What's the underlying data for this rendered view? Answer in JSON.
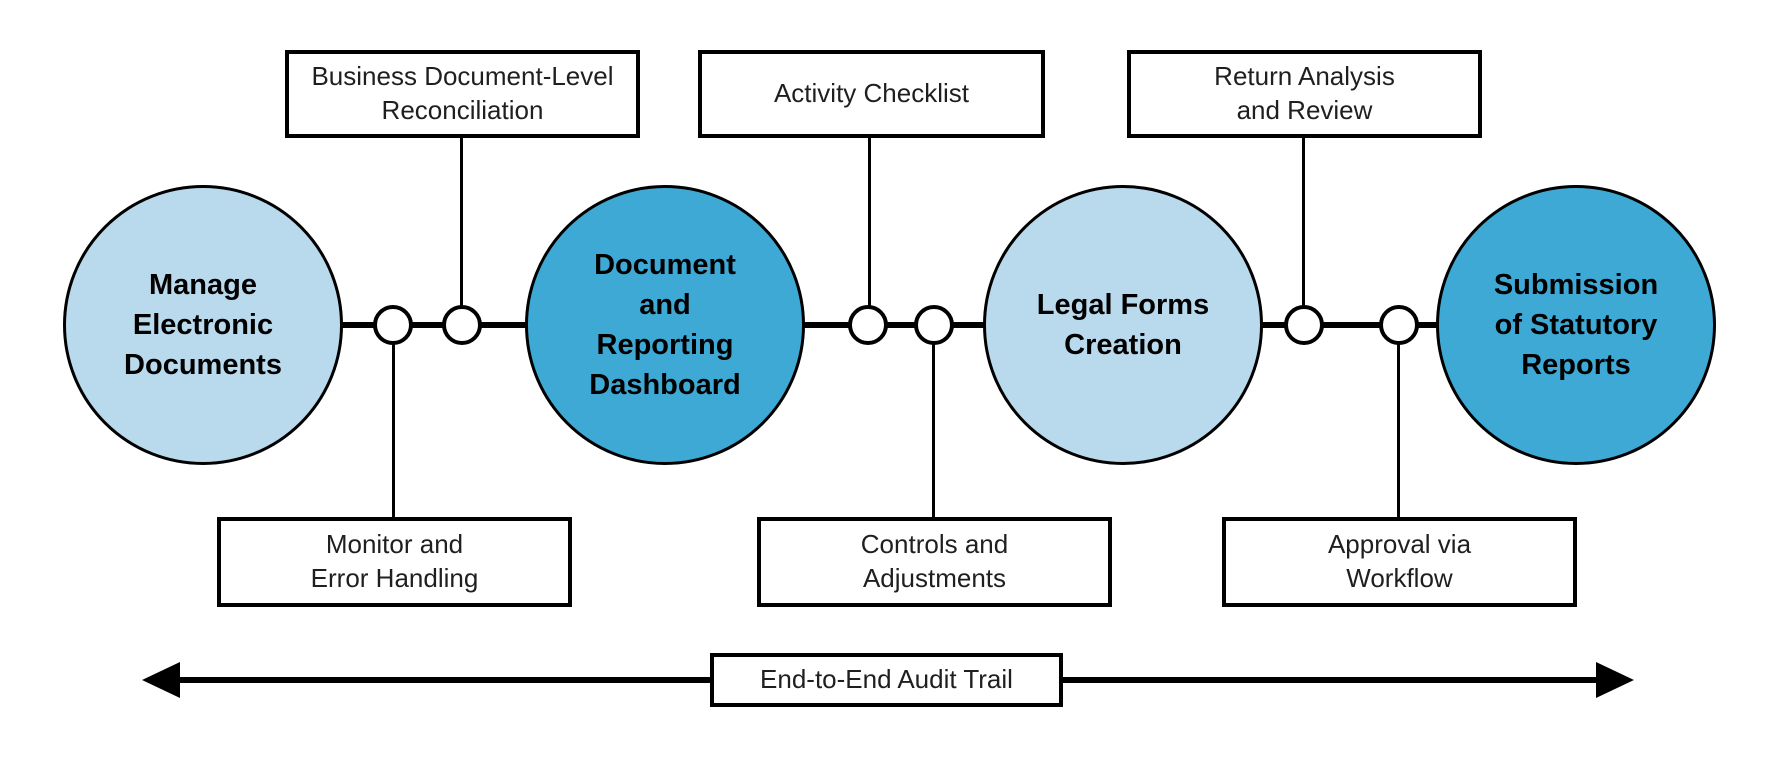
{
  "colors": {
    "light_blue": "#B9D9EC",
    "dark_blue": "#3FA9D5",
    "line_black": "#000000"
  },
  "circles": [
    {
      "label": "Manage\nElectronic\nDocuments",
      "tone": "light"
    },
    {
      "label": "Document\nand\nReporting\nDashboard",
      "tone": "dark"
    },
    {
      "label": "Legal Forms\nCreation",
      "tone": "light"
    },
    {
      "label": "Submission\nof Statutory\nReports",
      "tone": "dark"
    }
  ],
  "top_boxes": [
    {
      "label": "Business Document-Level\nReconciliation"
    },
    {
      "label": "Activity Checklist"
    },
    {
      "label": "Return Analysis\nand Review"
    }
  ],
  "bottom_boxes": [
    {
      "label": "Monitor and\nError Handling"
    },
    {
      "label": "Controls and\nAdjustments"
    },
    {
      "label": "Approval via\nWorkflow"
    }
  ],
  "audit_trail": {
    "label": "End-to-End Audit Trail"
  }
}
